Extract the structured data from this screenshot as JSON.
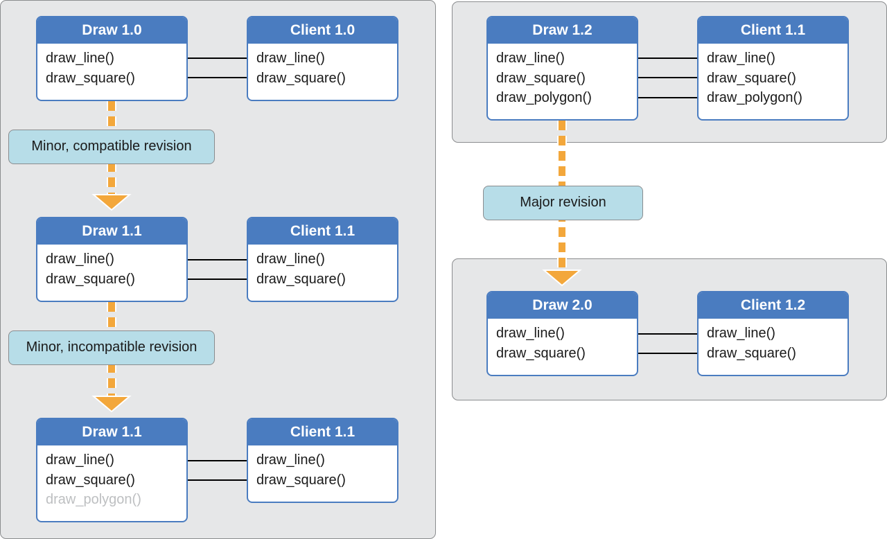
{
  "colors": {
    "box_header": "#4a7cc0",
    "panel_bg": "#e6e7e8",
    "label_bg": "#b7dde8",
    "flow_arrow": "#f3a73b",
    "muted_text": "#bdbfc1"
  },
  "labels": {
    "minor_compatible": "Minor, compatible revision",
    "minor_incompatible": "Minor, incompatible revision",
    "major": "Major revision"
  },
  "boxes": {
    "draw_1_0": {
      "title": "Draw 1.0",
      "functions": [
        "draw_line()",
        "draw_square()"
      ]
    },
    "client_1_0": {
      "title": "Client 1.0",
      "functions": [
        "draw_line()",
        "draw_square()"
      ]
    },
    "draw_1_1_a": {
      "title": "Draw 1.1",
      "functions": [
        "draw_line()",
        "draw_square()"
      ]
    },
    "client_1_1_a": {
      "title": "Client 1.1",
      "functions": [
        "draw_line()",
        "draw_square()"
      ]
    },
    "draw_1_1_b": {
      "title": "Draw 1.1",
      "functions": [
        "draw_line()",
        "draw_square()",
        "draw_polygon()"
      ]
    },
    "client_1_1_b": {
      "title": "Client 1.1",
      "functions": [
        "draw_line()",
        "draw_square()"
      ]
    },
    "draw_1_2": {
      "title": "Draw 1.2",
      "functions": [
        "draw_line()",
        "draw_square()",
        "draw_polygon()"
      ]
    },
    "client_1_1_c": {
      "title": "Client 1.1",
      "functions": [
        "draw_line()",
        "draw_square()",
        "draw_polygon()"
      ]
    },
    "draw_2_0": {
      "title": "Draw 2.0",
      "functions": [
        "draw_line()",
        "draw_square()"
      ]
    },
    "client_1_2": {
      "title": "Client 1.2",
      "functions": [
        "draw_line()",
        "draw_square()"
      ]
    }
  }
}
